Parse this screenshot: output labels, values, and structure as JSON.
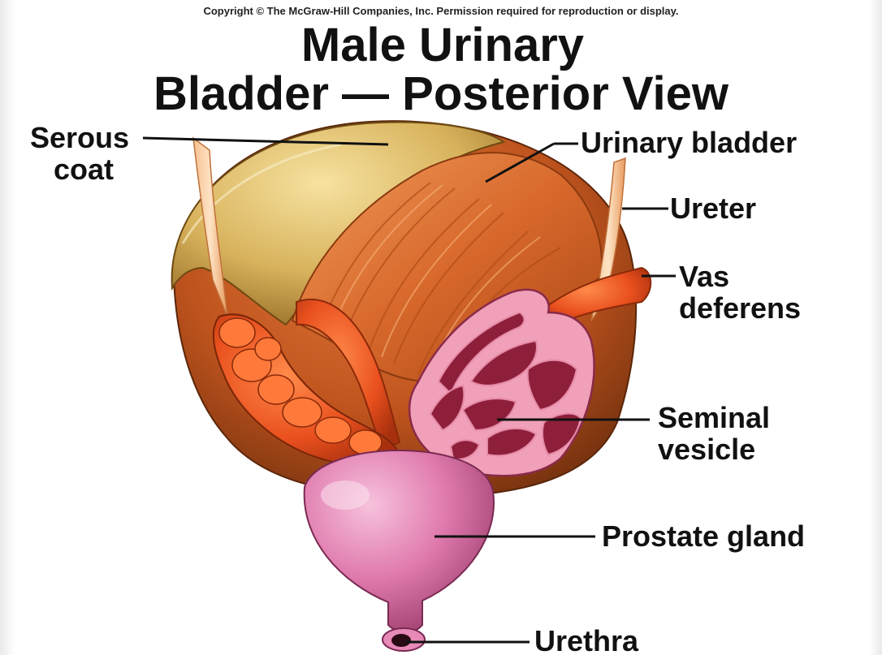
{
  "copyright": "Copyright © The McGraw-Hill Companies, Inc. Permission required for reproduction or display.",
  "title_line1": "Male Urinary",
  "title_line2": "Bladder — Posterior View",
  "labels": {
    "serous_coat_1": "Serous",
    "serous_coat_2": "coat",
    "urinary_bladder": "Urinary bladder",
    "ureter": "Ureter",
    "vas_deferens_1": "Vas",
    "vas_deferens_2": "deferens",
    "seminal_vesicle_1": "Seminal",
    "seminal_vesicle_2": "vesicle",
    "prostate_gland": "Prostate gland",
    "urethra": "Urethra"
  }
}
